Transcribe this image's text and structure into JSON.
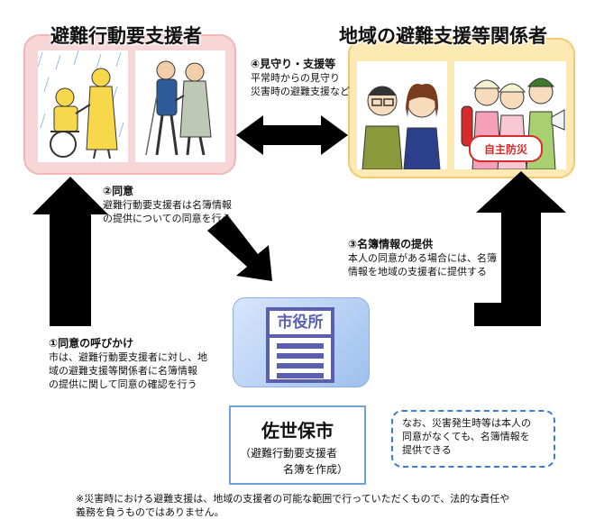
{
  "left_title": "避難行動要支援者",
  "right_title": "地域の避難支援等関係者",
  "steps": {
    "s4": {
      "head": "④見守り・支援等",
      "lines": [
        "平常時からの見守り",
        "災害時の避難支援など"
      ]
    },
    "s2": {
      "head": "②同意",
      "lines": [
        "避難行動要支援者は名簿情報",
        "の提供についての同意を行う"
      ]
    },
    "s3": {
      "head": "③名簿情報の提供",
      "lines": [
        "本人の同意がある場合には、名簿",
        "情報を地域の支援者に提供する"
      ]
    },
    "s1": {
      "head": "①同意の呼びかけ",
      "lines": [
        "市は、避難行動要支援者に対し、地",
        "域の避難支援等関係者に名簿情報",
        "の提供に関して同意の確認を行う"
      ]
    }
  },
  "city_hall_sign": "市役所",
  "city": {
    "name": "佐世保市",
    "sub_lines": [
      "（避難行動要支援者",
      "名簿を作成）"
    ]
  },
  "note_lines": [
    "なお、災害発生時等は本人の",
    "同意がなくても、名簿情報を",
    "提供できる"
  ],
  "footnote_lines": [
    "※災害時における避難支援は、地域の支援者の可能な範囲で行っていただくもので、法的な責任や",
    "義務を負うものではありません。"
  ],
  "badge": "自主防災",
  "colors": {
    "arrow": "#000000",
    "pink_panel": "#f7d6d8",
    "yellow_panel": "#fde9b2",
    "blue_building": "#5a5fb0",
    "dashed_border": "#3a7bd5"
  }
}
